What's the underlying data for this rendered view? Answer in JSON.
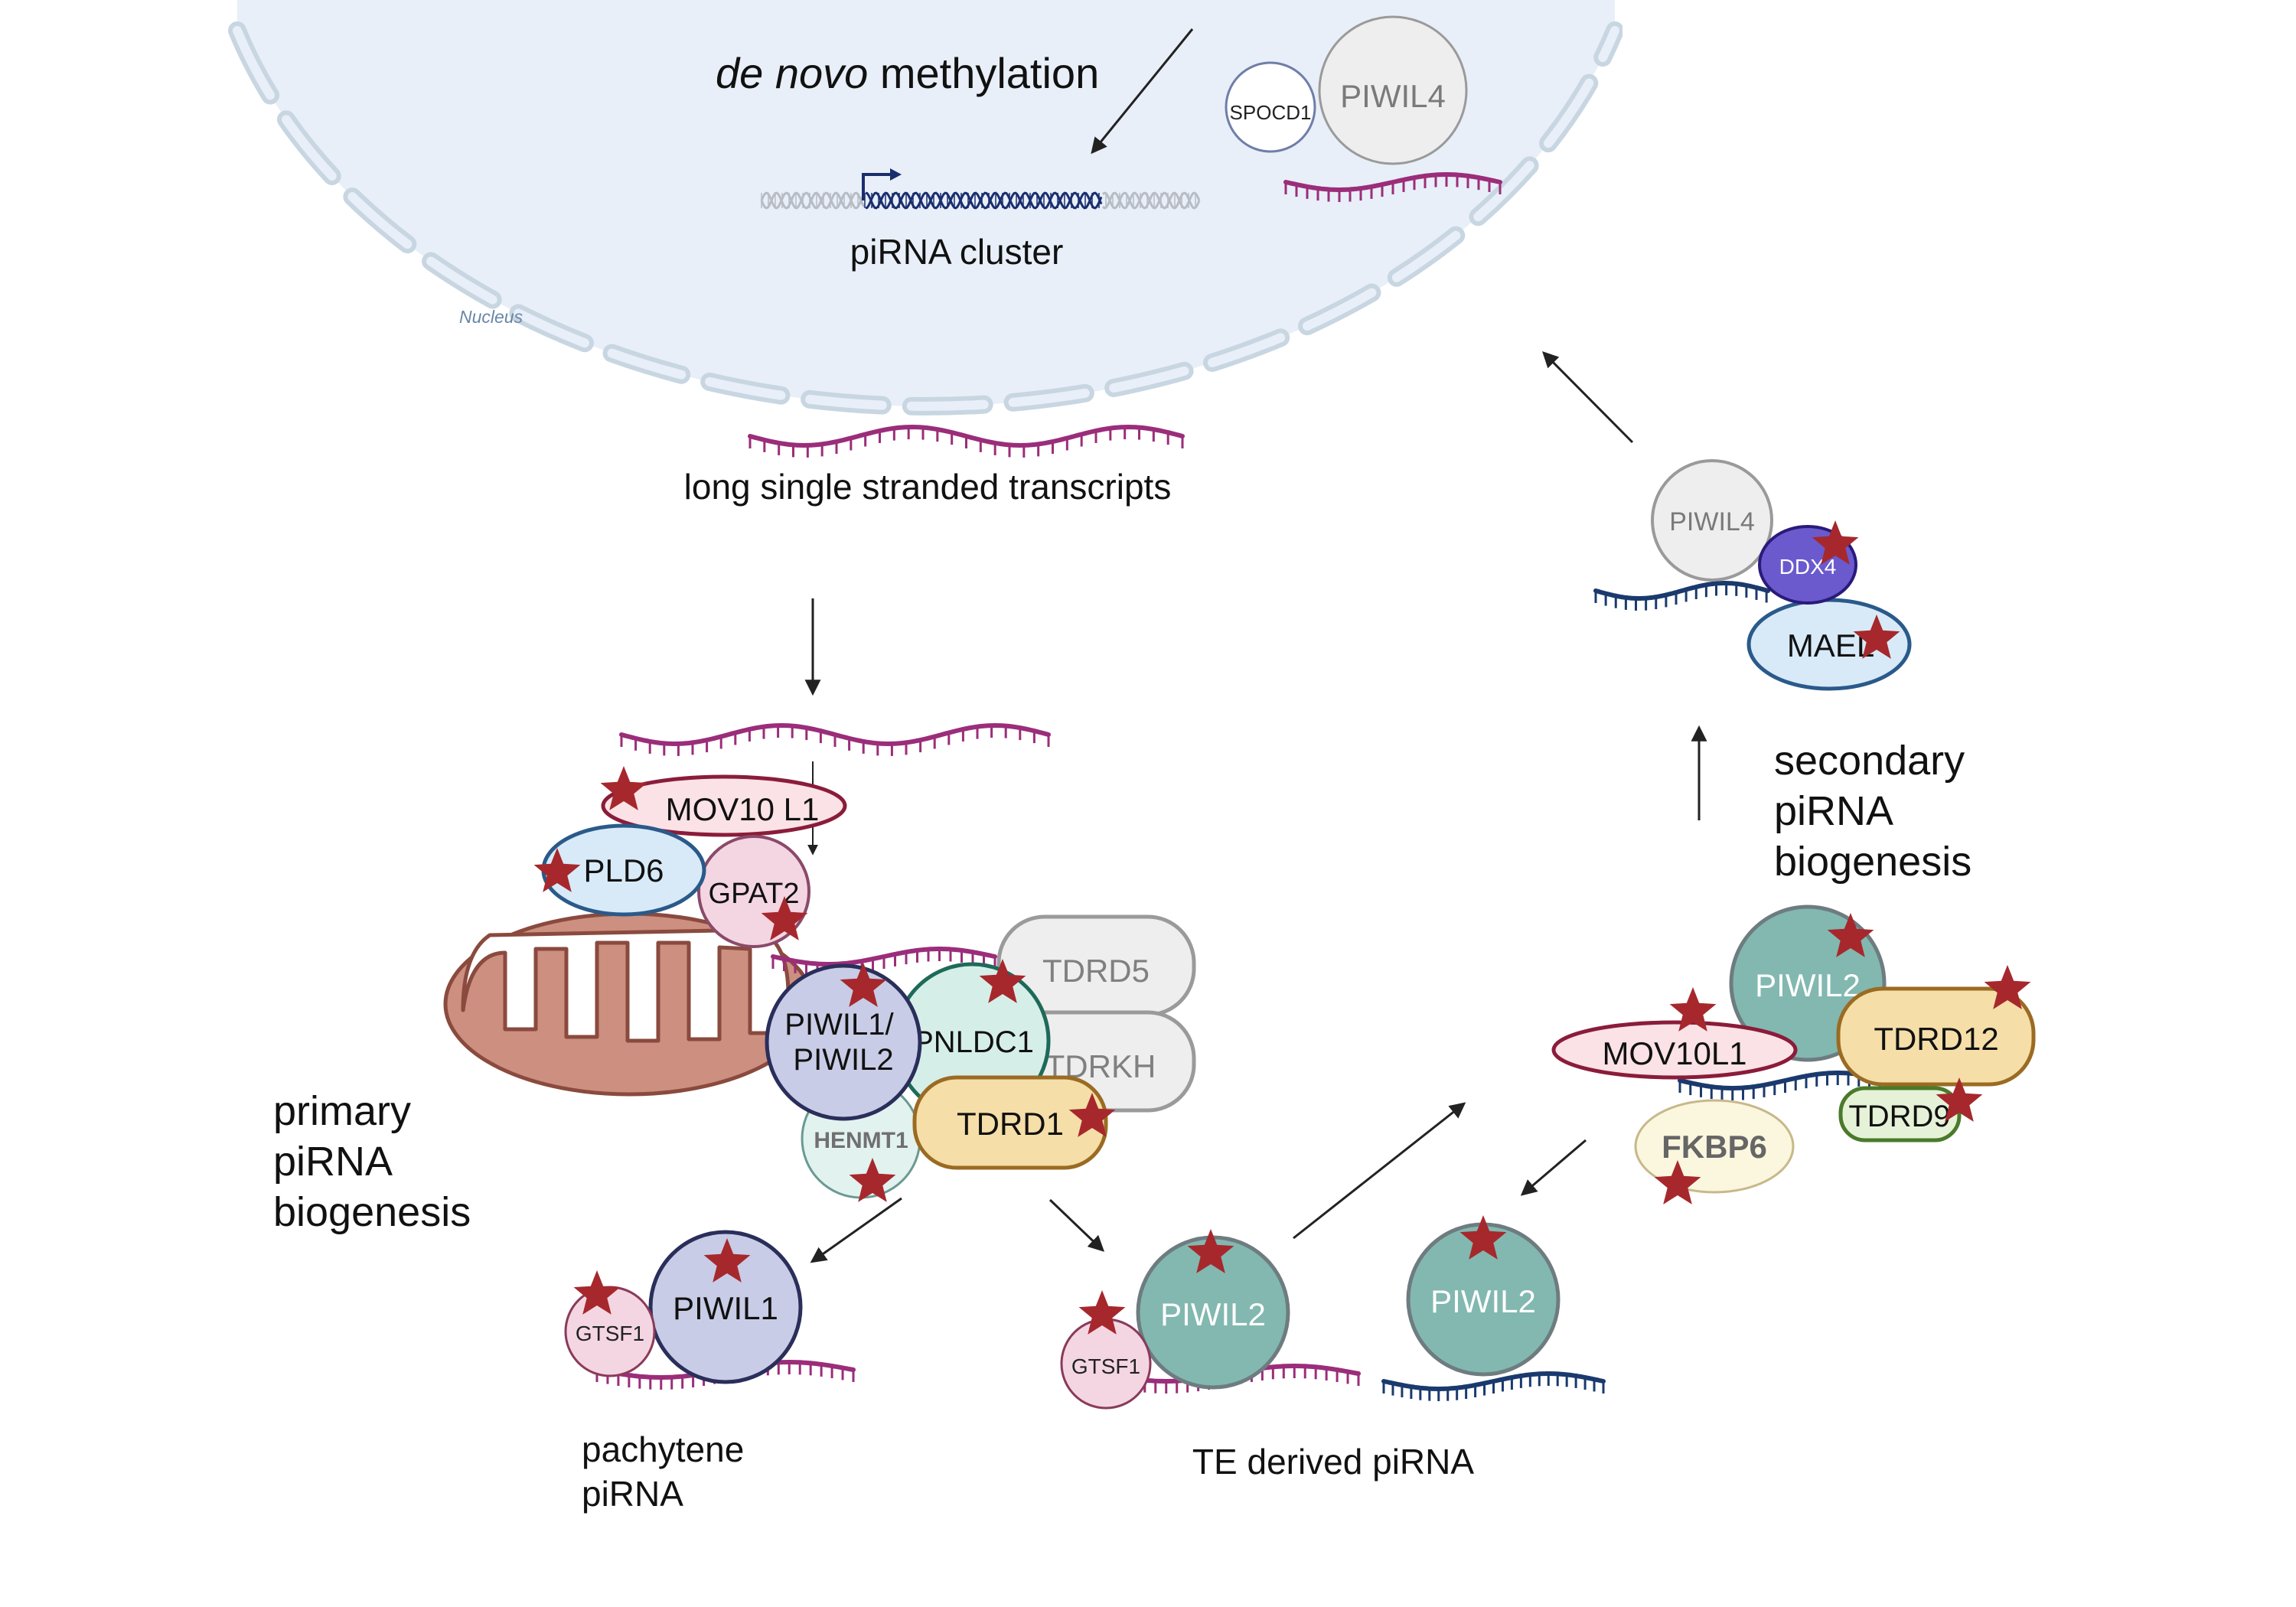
{
  "colors": {
    "nucleus_fill": "#e8eff8",
    "nucleus_membrane": "#c8d6e2",
    "rna_magenta": "#9b2d7a",
    "rna_navy": "#1a3a6e",
    "dna_gray": "#b8bcc4",
    "dna_navy": "#1a2e6e",
    "star": "#a6282c",
    "mito_fill": "#cc8f80",
    "mito_stroke": "#8a4a3e",
    "piwil2_fill": "#82b8b0",
    "piwil2_stroke": "#6e7c80",
    "gray_fill": "#eeeeee",
    "gray_stroke": "#9a9a9a",
    "tan_fill": "#f5dea8",
    "tan_stroke": "#9a6b22"
  },
  "icons": [
    "star-icon",
    "arrow-icon",
    "mitochondrion-icon",
    "rna-strand-icon",
    "dna-helix-icon",
    "promoter-arrow-icon"
  ],
  "labels": {
    "de_novo_italic": "de novo",
    "methylation": " methylation",
    "pirna_cluster": "piRNA cluster",
    "nucleus": "Nucleus",
    "long_transcripts": "long single stranded transcripts",
    "primary": [
      "primary",
      "piRNA",
      "biogenesis"
    ],
    "secondary": [
      "secondary",
      "piRNA",
      "biogenesis"
    ],
    "pachytene": [
      "pachytene",
      "piRNA"
    ],
    "te_derived": "TE derived piRNA"
  },
  "proteins": {
    "spocd1": "SPOCD1",
    "piwil4_nuc": "PIWIL4",
    "mov10l1_left": "MOV10 L1",
    "pld6": "PLD6",
    "gpat2": "GPAT2",
    "tdrd5": "TDRD5",
    "tdrkh": "TDRKH",
    "pnldc1": "PNLDC1",
    "piwil1_piwil2": [
      "PIWIL1/",
      "PIWIL2"
    ],
    "henmt1": "HENMT1",
    "tdrd1": "TDRD1",
    "gtsf1_left": "GTSF1",
    "piwil1": "PIWIL1",
    "gtsf1_mid": "GTSF1",
    "piwil2_mid": "PIWIL2",
    "piwil2_right": "PIWIL2",
    "piwil4_right": "PIWIL4",
    "ddx4": "DDX4",
    "mael": "MAEL",
    "piwil2_top": "PIWIL2",
    "tdrd12": "TDRD12",
    "mov10l1_right": "MOV10L1",
    "tdrd9": "TDRD9",
    "fkbp6": "FKBP6"
  }
}
